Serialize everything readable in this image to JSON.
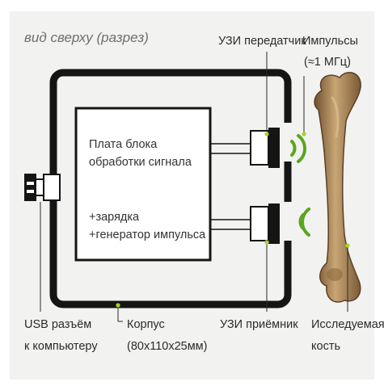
{
  "title": "вид сверху (разрез)",
  "labels": {
    "transmitter": "УЗИ передатчик",
    "pulses_line1": "Импульсы",
    "pulses_line2": "(≈1 МГц)",
    "usb_line1": "USB разъём",
    "usb_line2": "к компьютеру",
    "housing_line1": "Корпус",
    "housing_line2": "(80х110х25мм)",
    "receiver": "УЗИ приёмник",
    "bone_line1": "Исследуемая",
    "bone_line2": "кость"
  },
  "board": {
    "line1": "Плата блока",
    "line2": "обработки сигнала",
    "line3": "+зарядка",
    "line4": "+генератор импульса"
  },
  "colors": {
    "housing": "#151515",
    "wave": "#5ba51e",
    "marker": "#a6d42c",
    "bone": "#b09060"
  }
}
